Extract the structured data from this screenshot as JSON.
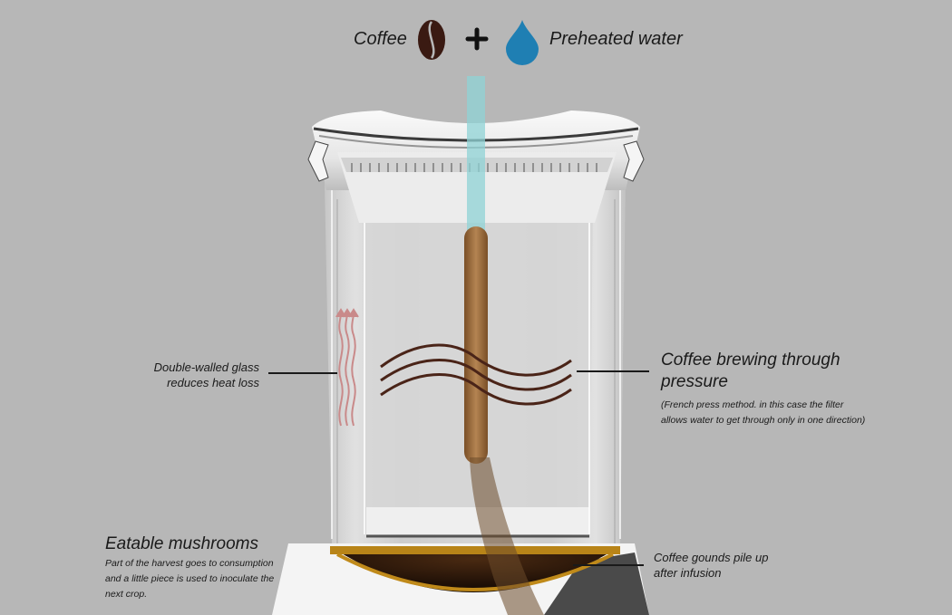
{
  "header": {
    "ingredient_1": "Coffee",
    "plus": "+",
    "ingredient_2": "Preheated water"
  },
  "labels": {
    "glass": {
      "line1": "Double-walled glass",
      "line2": "reduces heat loss"
    },
    "brewing": {
      "title_line1": "Coffee brewing through",
      "title_line2": "pressure",
      "note_line1": "(French press method.  in this case the filter",
      "note_line2": "allows water to get through only in one direction)"
    },
    "mushrooms": {
      "title": "Eatable mushrooms",
      "line1": "Part of the harvest goes to consumption",
      "line2": "and a little piece is used to inoculate the",
      "line3": "next crop."
    },
    "grounds": {
      "line1": "Coffee gounds pile up",
      "line2": "after infusion"
    }
  },
  "colors": {
    "background": "#b7b7b7",
    "coffee_bean": "#3a1a12",
    "water_drop": "#1f7fb3",
    "water_stream": "#8fd3d6",
    "plunger_rod": "#9c6b3a",
    "wave_lines": "#4a2418",
    "heat_arrows": "#c98a8a",
    "gold_ring": "#b88418",
    "coffee_liquid": "#2a1508"
  }
}
